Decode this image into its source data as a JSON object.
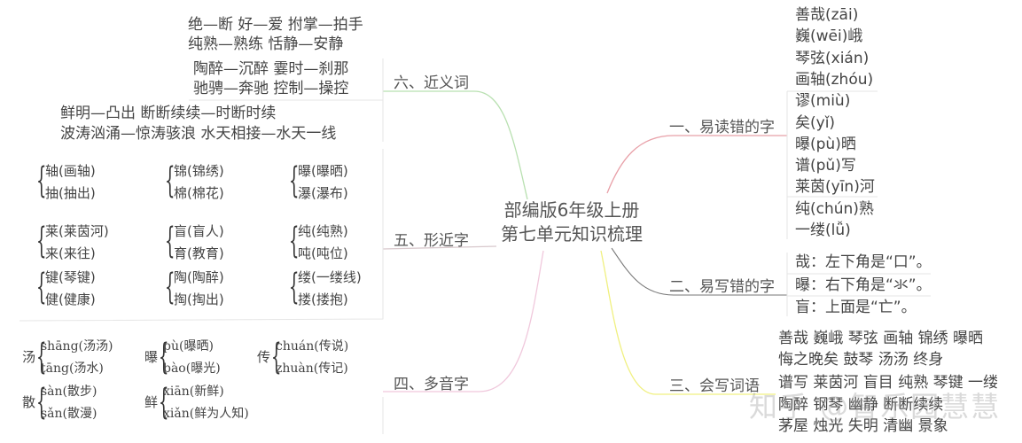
{
  "center_title": [
    "部编版6年级上册",
    "第七单元知识梳理"
  ],
  "branches": {
    "synonyms": {
      "label": "六、近义词",
      "color": "#b8e0b0",
      "groups": [
        [
          "绝—断 好—爱 拊掌—拍手",
          "纯熟—熟练 恬静—安静"
        ],
        [
          "陶醉—沉醉 霎时—刹那",
          "驰骋—奔驰 控制—操控"
        ],
        [
          "鲜明—凸出 断断续续—时断时续",
          "波涛汹涌—惊涛骇浪 水天相接—水天一线"
        ]
      ]
    },
    "similar_chars": {
      "label": "五、形近字",
      "color": "#d8c8cc",
      "pairs": [
        [
          "轴(画轴)",
          "抽(抽出)"
        ],
        [
          "锦(锦绣)",
          "棉(棉花)"
        ],
        [
          "曝(曝晒)",
          "瀑(瀑布)"
        ],
        [
          "莱(莱茵河)",
          "来(来往)"
        ],
        [
          "盲(盲人)",
          "育(教育)"
        ],
        [
          "纯(纯熟)",
          "吨(吨位)"
        ],
        [
          "键(琴键)",
          "健(健康)"
        ],
        [
          "陶(陶醉)",
          "掏(掏出)"
        ],
        [
          "缕(一缕线)",
          "搂(搂抱)"
        ]
      ]
    },
    "polyphones": {
      "label": "四、多音字",
      "color": "#f0c8dc",
      "items": [
        {
          "char": "汤",
          "readings": [
            "shāng(汤汤)",
            "tāng(汤水)"
          ]
        },
        {
          "char": "曝",
          "readings": [
            "pù(曝晒)",
            "bào(曝光)"
          ]
        },
        {
          "char": "传",
          "readings": [
            "chuán(传说)",
            "zhuàn(传记)"
          ]
        },
        {
          "char": "散",
          "readings": [
            "sàn(散步)",
            "sǎn(散漫)"
          ]
        },
        {
          "char": "鲜",
          "readings": [
            "xiān(新鲜)",
            "xiǎn(鲜为人知)"
          ]
        }
      ]
    },
    "misread": {
      "label": "一、易读错的字",
      "color": "#e8a0a8",
      "groups": [
        [
          "善哉(zāi)",
          "巍(wēi)峨",
          "琴弦(xián)",
          "画轴(zhóu)"
        ],
        [
          "谬(miù)",
          "矣(yǐ)",
          "曝(pù)晒",
          "谱(pǔ)写",
          "莱茵(yīn)河"
        ],
        [
          "纯(chún)熟",
          "一缕(lǚ)"
        ]
      ]
    },
    "miswritten": {
      "label": "二、易写错的字",
      "color": "#777777",
      "items": [
        "哉：左下角是“口”。",
        "曝：右下角是“氺”。",
        "盲：上面是“亡”。"
      ]
    },
    "write_words": {
      "label": "三、会写词语",
      "color": "#f0f080",
      "lines": [
        "善哉 巍峨 琴弦 画轴 锦绣 曝晒",
        "悔之晚矣 鼓琴 汤汤 终身",
        "谱写 莱茵河 盲目 纯熟 琴键 一缕",
        "陶醉 钢琴 幽静 断断续续",
        "茅屋 烛光 失明 清幽 景象"
      ]
    }
  },
  "watermark": "知乎 @智乐园慧慧"
}
